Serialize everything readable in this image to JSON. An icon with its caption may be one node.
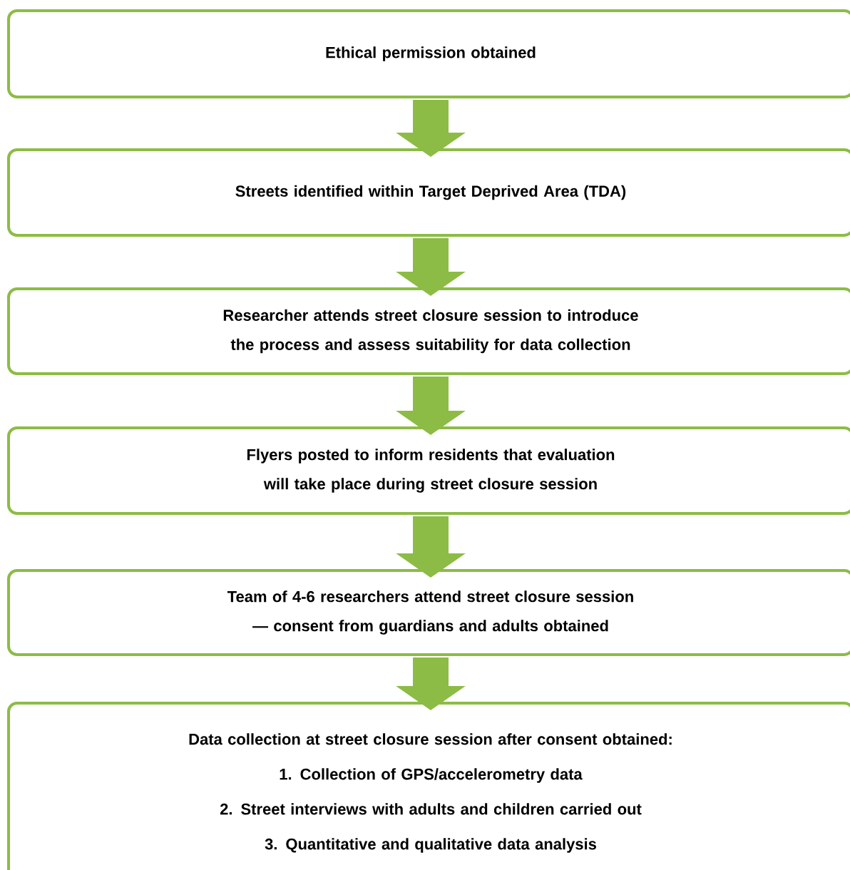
{
  "diagram": {
    "nodes": [
      {
        "text": [
          "Ethical permission obtained"
        ]
      },
      {
        "text": [
          "Streets identified within Target Deprived Area (TDA)"
        ]
      },
      {
        "text": [
          "Researcher attends street closure session to introduce the process and assess suitability for data collection"
        ]
      },
      {
        "text": [
          "Flyers posted to inform residents that evaluation will take place during street closure session"
        ]
      },
      {
        "text": [
          "Team of 4-6 researchers attend street closure session — consent from guardians and adults obtained"
        ]
      },
      {
        "text": [
          "Data collection at street closure session after consent obtained:",
          "1. Collection of GPS/accelerometry data",
          "2. Street interviews with adults and children carried out",
          "3. Quantitative and qualitative data analysis"
        ]
      }
    ],
    "edges": [
      {
        "from": 0,
        "to": 1,
        "arrow": "to"
      },
      {
        "from": 1,
        "to": 2,
        "arrow": "to"
      },
      {
        "from": 2,
        "to": 3,
        "arrow": "to"
      },
      {
        "from": 3,
        "to": 4,
        "arrow": "to"
      },
      {
        "from": 4,
        "to": 5,
        "arrow": "to"
      }
    ]
  }
}
